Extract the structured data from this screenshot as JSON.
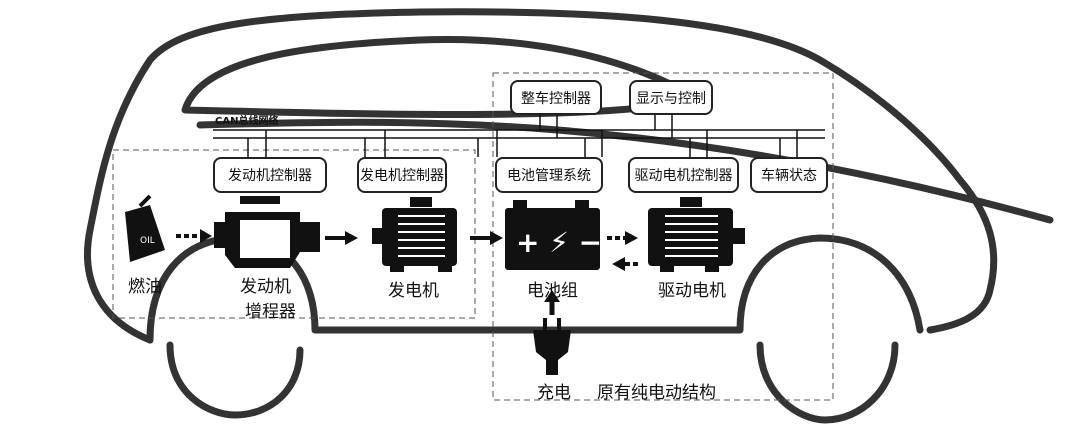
{
  "bus_label": "CAN总线网络",
  "top_controllers": [
    "整车控制器",
    "显示与控制"
  ],
  "bus_controllers": [
    "发动机控制器",
    "发电机控制器",
    "电池管理系统",
    "驱动电机控制器",
    "车辆状态"
  ],
  "components": {
    "fuel": "燃油",
    "oil_can_text": "OIL",
    "engine": "发动机",
    "range_extender": "增程器",
    "generator": "发电机",
    "battery": "电池组",
    "drive_motor": "驱动电机",
    "charging": "充电",
    "original_ev_structure": "原有纯电动结构"
  },
  "battery_symbols": "+ ⚡ −"
}
